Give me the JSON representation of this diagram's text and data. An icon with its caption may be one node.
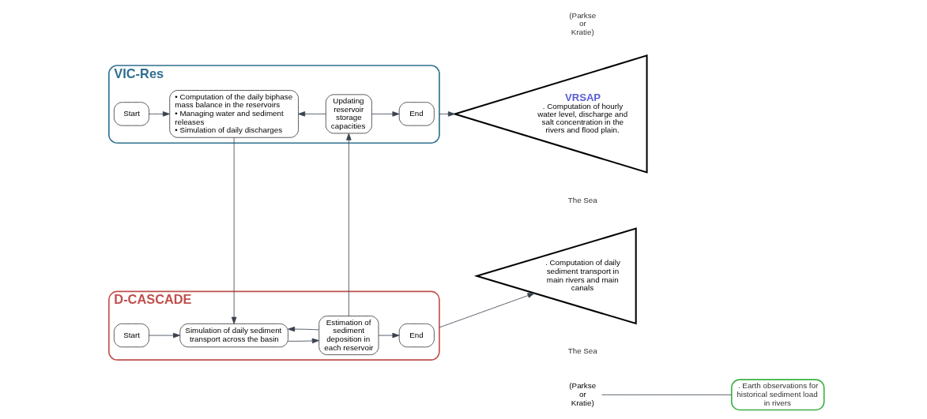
{
  "diagram": {
    "nodes": [
      {
        "text": [
          "VIC-Res"
        ]
      },
      {
        "text": [
          "Start"
        ],
        "in": 0
      },
      {
        "text": [
          "• Computation of the daily biphase mass balance in the reservoirs",
          "• Managing water and sediment releases",
          "• Simulation of daily discharges"
        ],
        "in": 0
      },
      {
        "text": [
          "Updating reservoir storage capacities"
        ],
        "in": 0
      },
      {
        "text": [
          "End"
        ],
        "in": 0
      },
      {
        "text": [
          "D-CASCADE"
        ]
      },
      {
        "text": [
          "Start"
        ],
        "in": 5
      },
      {
        "text": [
          "Simulation of daily sediment transport across the basin"
        ],
        "in": 5
      },
      {
        "text": [
          "Estimation of sediment deposition in each reservoir"
        ],
        "in": 5
      },
      {
        "text": [
          "End"
        ],
        "in": 5
      },
      {
        "text": [
          "VRSAP",
          ". Computation of hourly water level, discharge and salt concentration in the rivers and flood plain."
        ],
        "beside": [
          "(Parkse or Kratie)",
          "The Sea"
        ]
      },
      {
        "text": [
          ". Computation of daily sediment transport in main rivers and main canals"
        ],
        "beside": [
          "The Sea"
        ]
      },
      {
        "text": [
          "(Parkse or Kratie)"
        ]
      },
      {
        "text": [
          ". Earth observations for historical sediment load in rivers"
        ]
      }
    ],
    "edges": [
      {
        "from": 1,
        "to": 2,
        "arrow": "to"
      },
      {
        "from": 3,
        "to": 2,
        "arrow": "to"
      },
      {
        "from": 3,
        "to": 4,
        "arrow": "to"
      },
      {
        "from": 2,
        "to": 7,
        "arrow": "to"
      },
      {
        "from": 8,
        "to": 3,
        "arrow": "to"
      },
      {
        "from": 6,
        "to": 7,
        "arrow": "to"
      },
      {
        "from": 7,
        "to": 8,
        "arrow": "to"
      },
      {
        "from": 8,
        "to": 7,
        "arrow": "to"
      },
      {
        "from": 8,
        "to": 9,
        "arrow": "to"
      },
      {
        "from": 0,
        "to": 10,
        "arrow": "to"
      },
      {
        "from": 5,
        "to": 11,
        "arrow": "to"
      },
      {
        "from": 12,
        "to": 13,
        "arrow": "none"
      }
    ]
  }
}
